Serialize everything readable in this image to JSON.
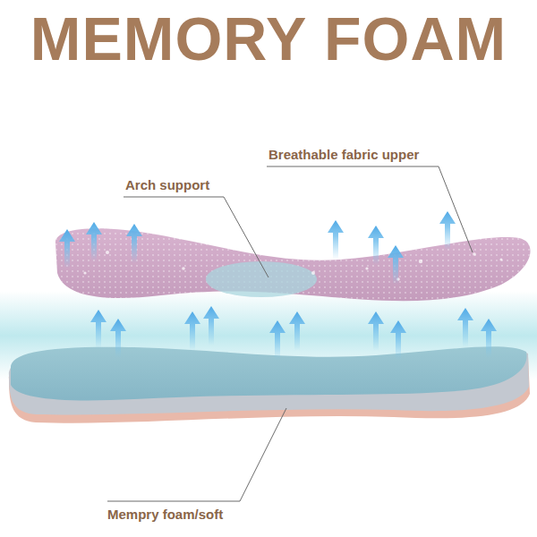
{
  "diagram": {
    "title": "MEMORY FOAM",
    "labels": [
      "Breathable fabric upper",
      "Arch support",
      "Mempry foam/soft"
    ]
  }
}
